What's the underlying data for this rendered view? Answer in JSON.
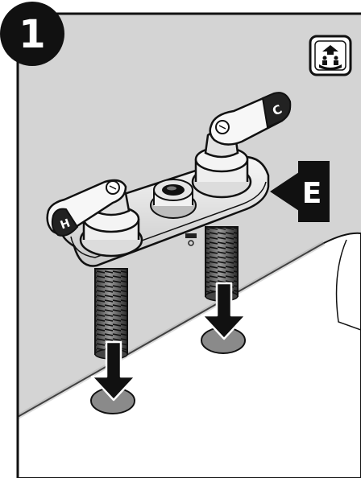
{
  "step": {
    "number": "1"
  },
  "callout": {
    "letter": "E"
  },
  "handles": {
    "left_mark": "H",
    "right_mark": "C"
  },
  "badge": {
    "icon": "two-person-lift-icon"
  },
  "colors": {
    "panel": "#d6d6d6",
    "panel_light": "#e8e8e8",
    "outline": "#111111",
    "ink": "#1a1a1a",
    "hole": "#8c8c8c",
    "white": "#ffffff"
  }
}
